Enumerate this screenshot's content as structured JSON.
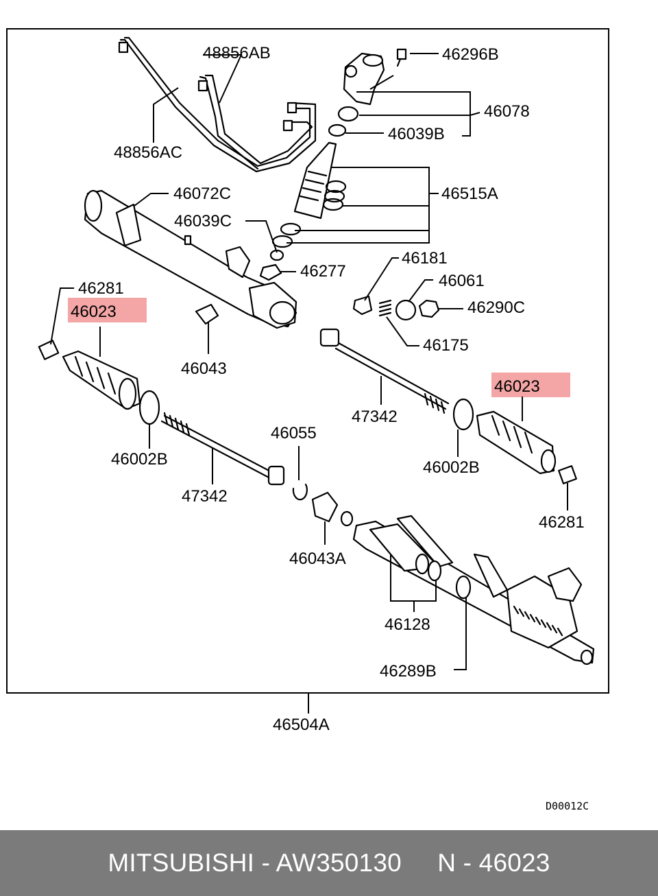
{
  "highlight_color": "#f4a6a6",
  "footer_bg": "#7b7b7b",
  "labels": {
    "l48856AB": "48856AB",
    "l48856AC": "48856AC",
    "l46296B": "46296B",
    "l46078": "46078",
    "l46039B": "46039B",
    "l46515A": "46515A",
    "l46072C": "46072C",
    "l46039C": "46039C",
    "l46277": "46277",
    "l46181": "46181",
    "l46061": "46061",
    "l46290C": "46290C",
    "l46175": "46175",
    "l46281a": "46281",
    "l46023a": "46023",
    "l46043": "46043",
    "l47342a": "47342",
    "l46023b": "46023",
    "l46002Ba": "46002B",
    "l46002Bb": "46002B",
    "l46055": "46055",
    "l47342b": "47342",
    "l46043A": "46043A",
    "l46281b": "46281",
    "l46128": "46128",
    "l46289B": "46289B",
    "l46504A": "46504A"
  },
  "ref_code": "D00012C",
  "footer": "MITSUBISHI - AW350130     N - 46023"
}
